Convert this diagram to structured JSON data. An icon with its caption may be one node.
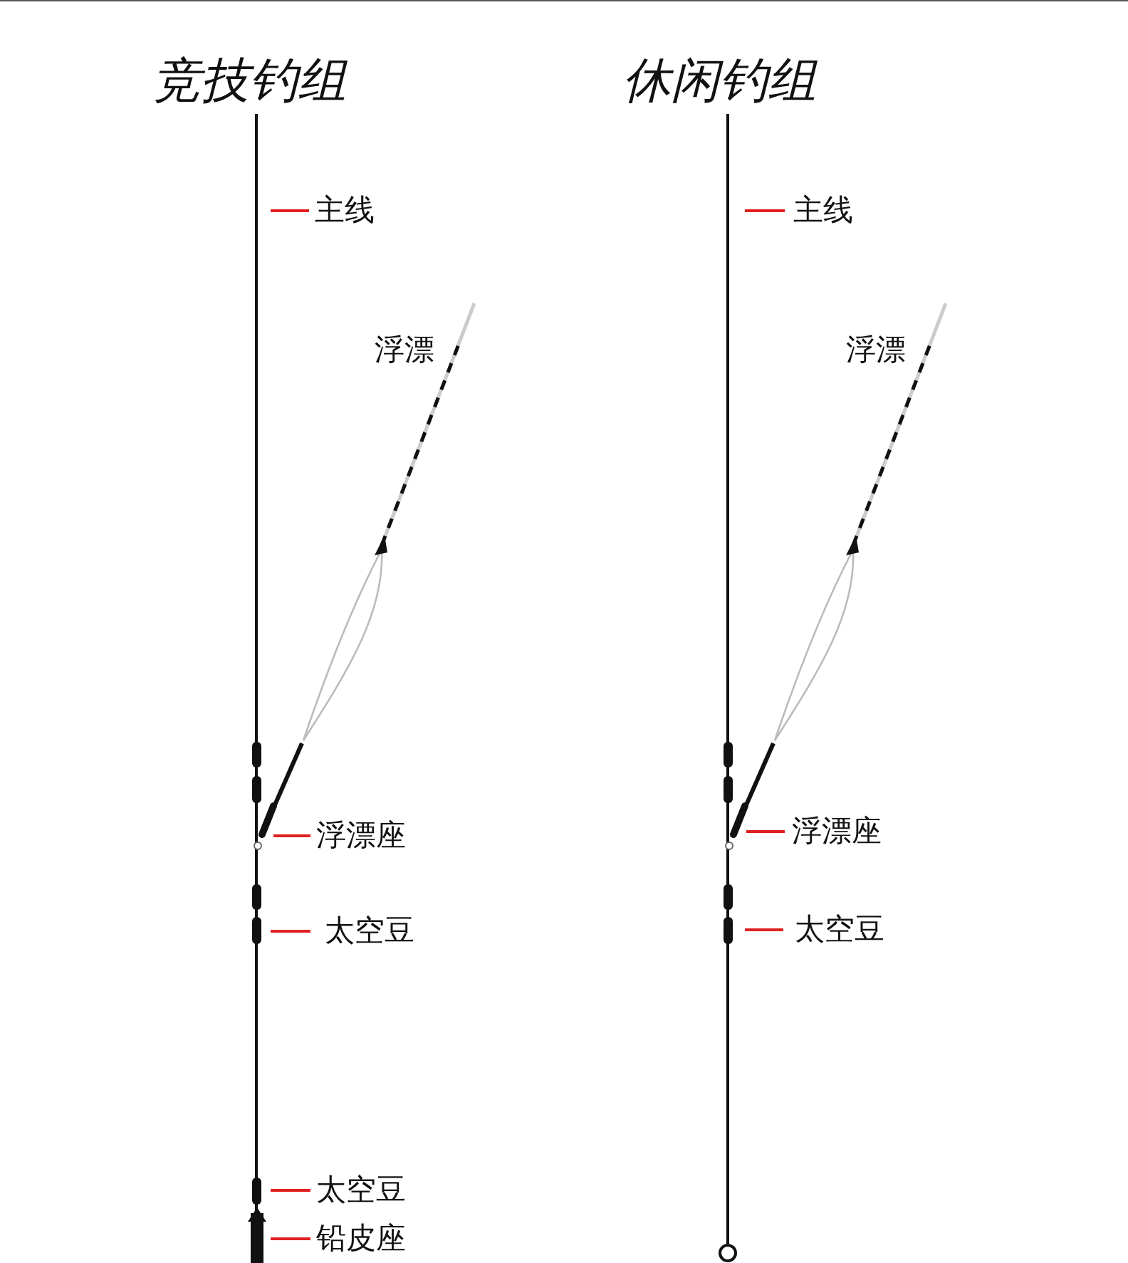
{
  "diagram": {
    "labels": [
      "竞技钓组",
      "休闲钓组",
      "主线",
      "主线",
      "浮漂",
      "浮漂",
      "浮漂座",
      "浮漂座",
      "太空豆",
      "太空豆",
      "太空豆",
      "铅皮座"
    ]
  }
}
